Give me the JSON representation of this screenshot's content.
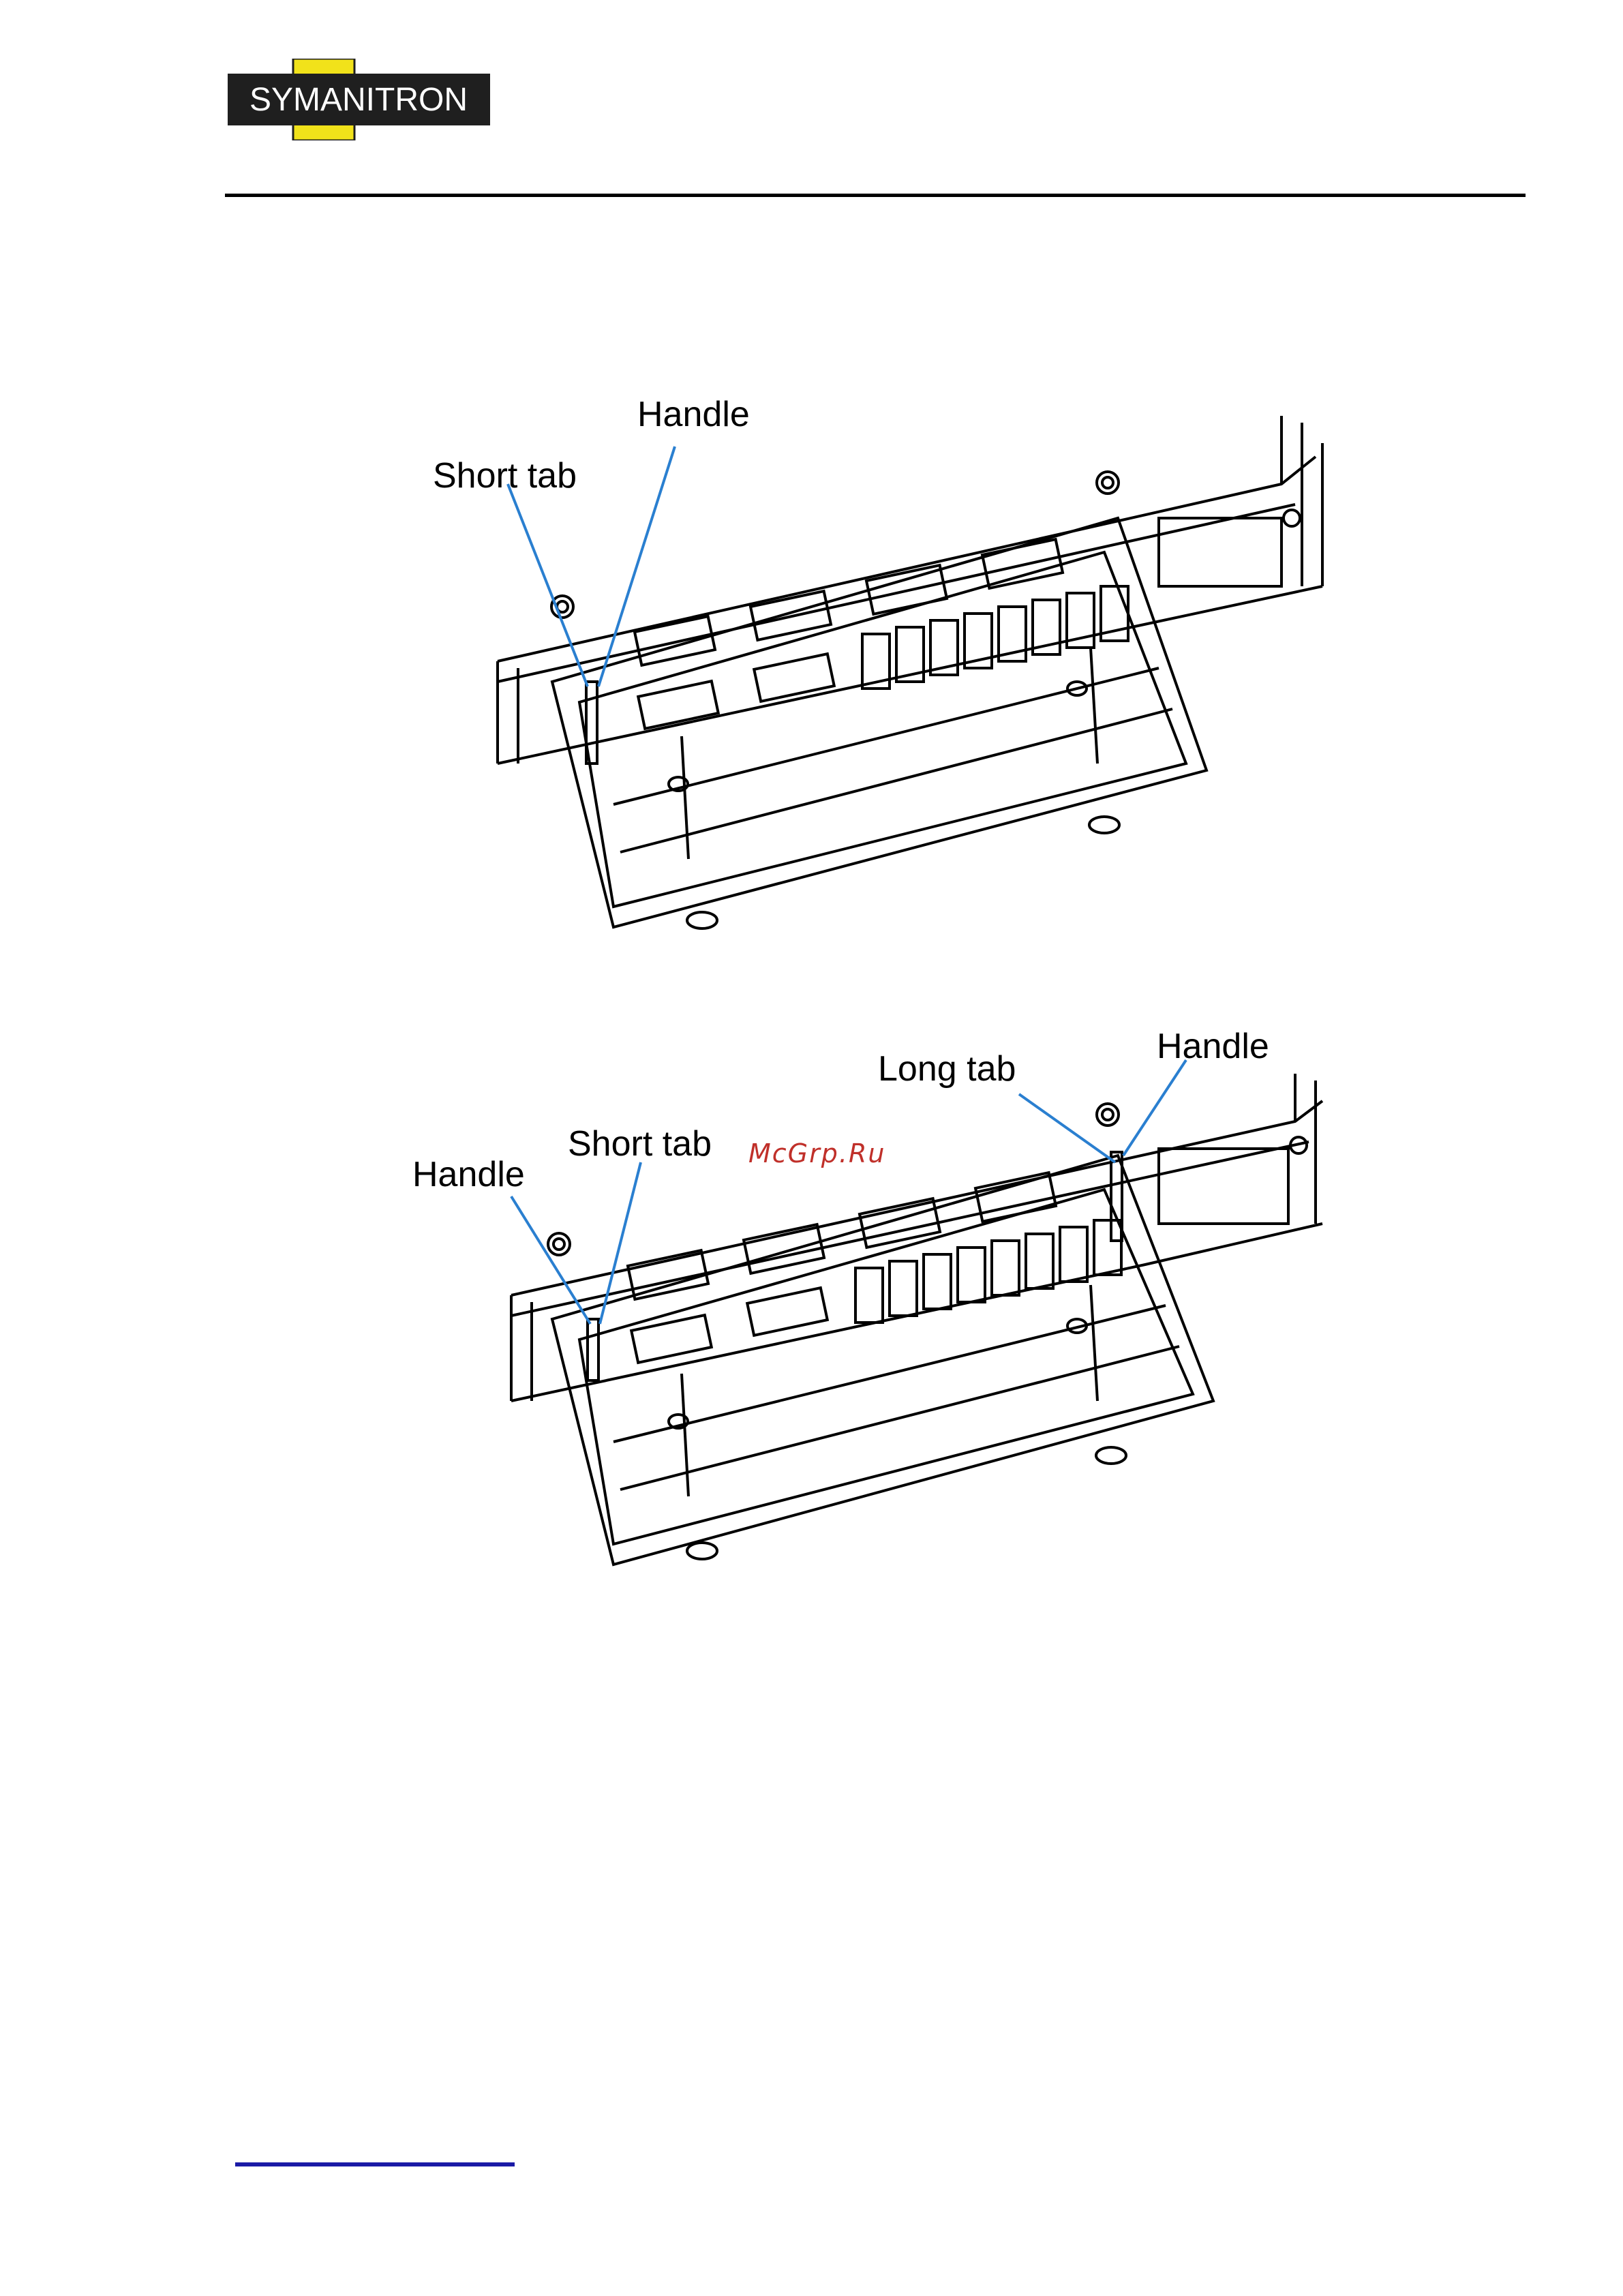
{
  "header": {
    "logo_text": "SYMANITRON",
    "logo_colors": {
      "box": "#1f1f1f",
      "accent": "#f1e21a",
      "text": "#ffffff"
    }
  },
  "figure1": {
    "labels": {
      "handle": "Handle",
      "short_tab": "Short tab"
    }
  },
  "figure2": {
    "labels": {
      "handle_left": "Handle",
      "short_tab": "Short tab",
      "long_tab": "Long tab",
      "handle_right": "Handle"
    }
  },
  "watermark": "McGrp.Ru",
  "colors": {
    "leader_line": "#2a7fd0",
    "drawing": "#000000"
  }
}
